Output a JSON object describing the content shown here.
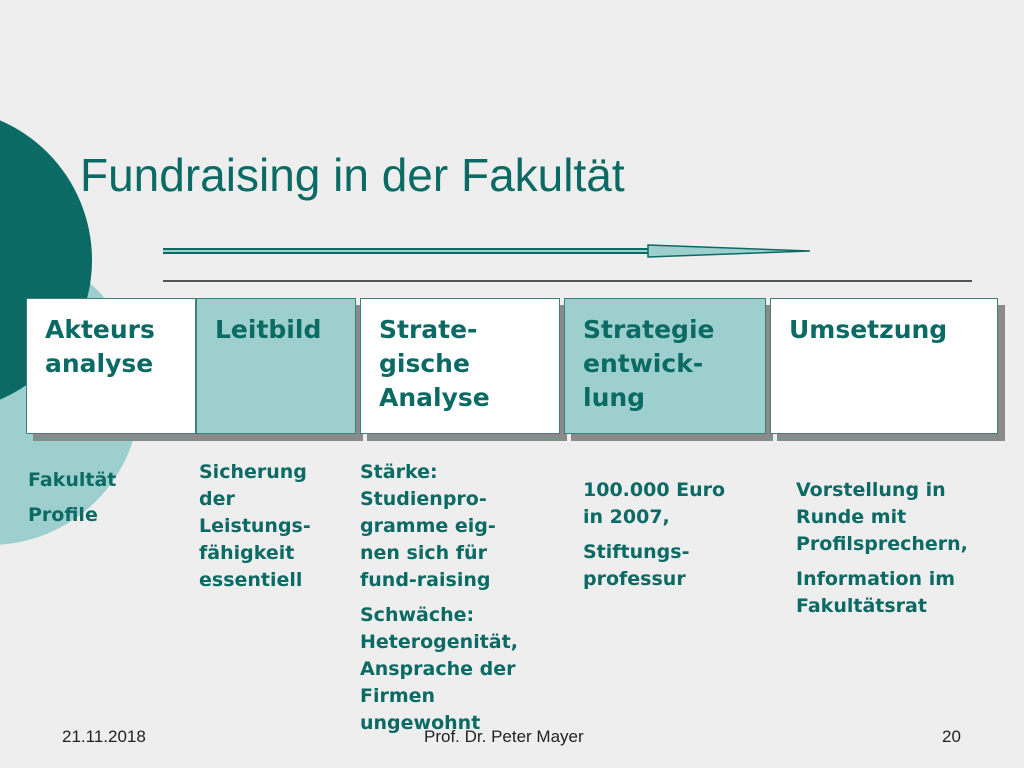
{
  "title": "Fundraising in der Fakultät",
  "colors": {
    "accent_dark": "#0b6b64",
    "accent_light": "#9ccfcd",
    "background": "#eeeeee"
  },
  "boxes": [
    {
      "label": "Akteurs\nanalyse",
      "fill": "white"
    },
    {
      "label": "Leitbild",
      "fill": "teal"
    },
    {
      "label": "Strate-\ngische\nAnalyse",
      "fill": "white"
    },
    {
      "label": "Strategie\nentwick-\nlung",
      "fill": "teal"
    },
    {
      "label": "Umsetzung",
      "fill": "white"
    }
  ],
  "columns": [
    {
      "paragraphs": [
        "Fakultät",
        "Profile"
      ]
    },
    {
      "paragraphs": [
        "Sicherung\nder\nLeistungs-\nfähigkeit\nessentiell"
      ]
    },
    {
      "paragraphs": [
        "Stärke:\nStudienpro-\ngramme eig-\nnen sich für\nfund-raising",
        "Schwäche:\nHeterogenität,\nAnsprache der\nFirmen\nungewohnt"
      ]
    },
    {
      "paragraphs": [
        "100.000 Euro\nin 2007,",
        "Stiftungs-\nprofessur"
      ]
    },
    {
      "paragraphs": [
        "Vorstellung in\nRunde mit\nProfilsprechern,",
        "Information im\nFakultätsrat"
      ]
    }
  ],
  "footer": {
    "date": "21.11.2018",
    "author": "Prof. Dr. Peter Mayer",
    "page": "20"
  }
}
